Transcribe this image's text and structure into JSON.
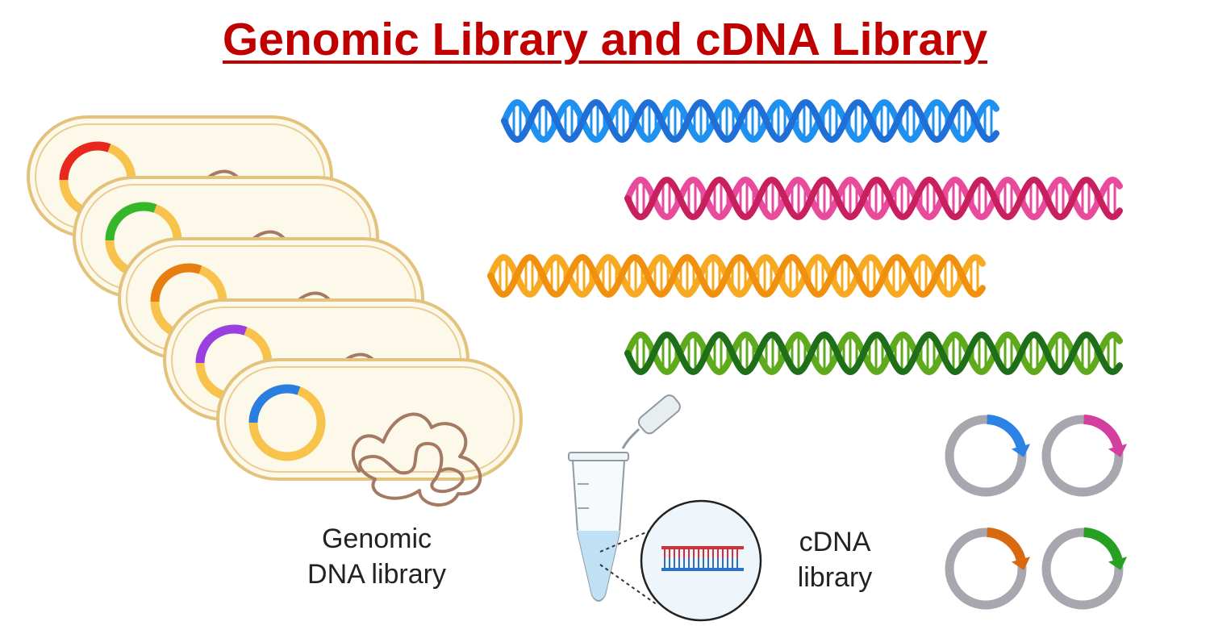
{
  "title": "Genomic Library and cDNA Library",
  "title_color": "#c00000",
  "genomic_label": {
    "line1": "Genomic",
    "line2": "DNA library"
  },
  "cdna_label": {
    "line1": "cDNA",
    "line2": "library"
  },
  "bacteria": [
    {
      "plasmid_color": "#e8281e"
    },
    {
      "plasmid_color": "#35b72a"
    },
    {
      "plasmid_color": "#e67e12"
    },
    {
      "plasmid_color": "#9a3fe0"
    },
    {
      "plasmid_color": "#2a7ee0"
    }
  ],
  "dna_strands": [
    {
      "dark": "#1f6fd6",
      "light": "#1e90f0"
    },
    {
      "dark": "#c8205e",
      "light": "#e84a9c"
    },
    {
      "dark": "#f0900c",
      "light": "#f7a922"
    },
    {
      "dark": "#1f6e1a",
      "light": "#5ea91c"
    }
  ],
  "cdna_plasmids": [
    {
      "insert_color": "#2d82e6"
    },
    {
      "insert_color": "#d23f9e"
    },
    {
      "insert_color": "#d9690f"
    },
    {
      "insert_color": "#25a020"
    }
  ],
  "colors": {
    "cell_fill": "#fdf9ea",
    "cell_border": "#e3c27c",
    "chromosome": "#a57a64",
    "plasmid_base": "#f8c34c",
    "cdna_ring": "#a8a6ae",
    "tube_liquid": "#bfe0f5",
    "inset_bg": "#eef6fc"
  }
}
